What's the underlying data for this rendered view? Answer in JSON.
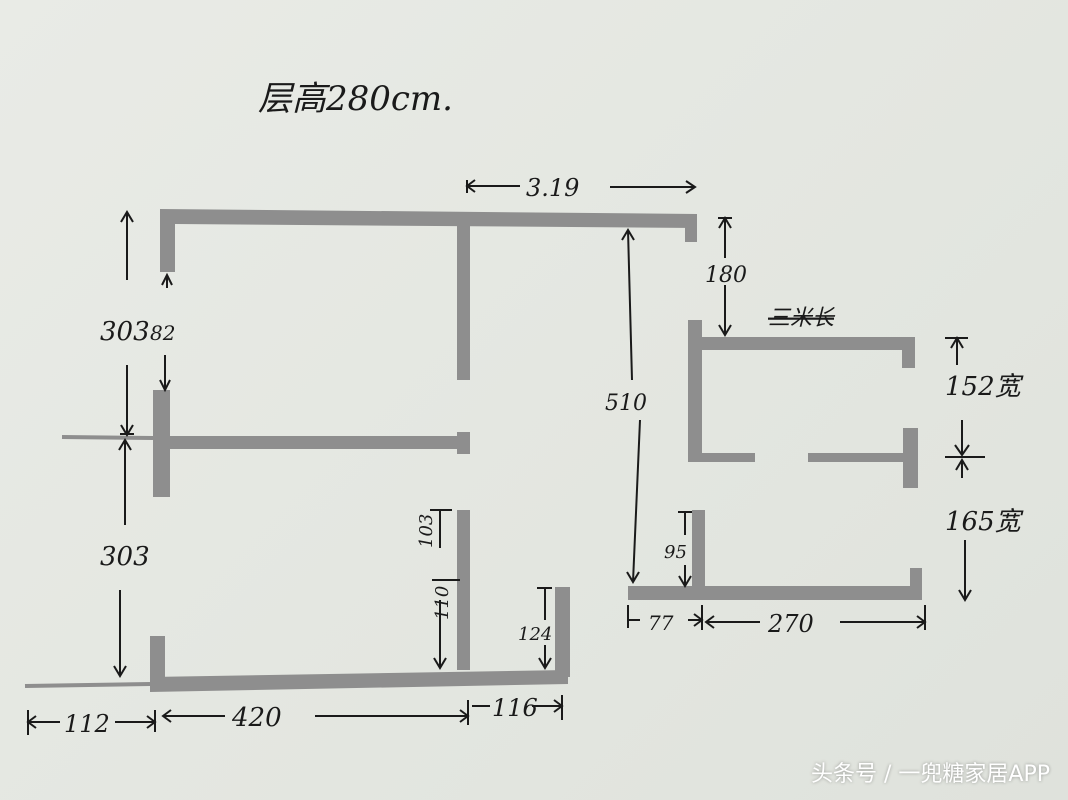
{
  "title": "层高280cm.",
  "dimensions": {
    "top_width": "3.19",
    "top_right_offset": "180",
    "crossed_out": "三米长",
    "left_upper_height": "303",
    "left_door_gap": "82",
    "left_lower_height": "303",
    "center_height": "510",
    "right_upper_width": "152宽",
    "right_lower_width": "165宽",
    "inner_upper": "103",
    "inner_lower": "110",
    "bottom_right_stub": "124",
    "right_lower_stub": "95",
    "bottom_left": "112",
    "bottom_mid": "420",
    "bottom_right": "116",
    "right_bottom_left": "77",
    "right_bottom_right": "270"
  },
  "watermark": "头条号 / 一兜糖家居APP"
}
